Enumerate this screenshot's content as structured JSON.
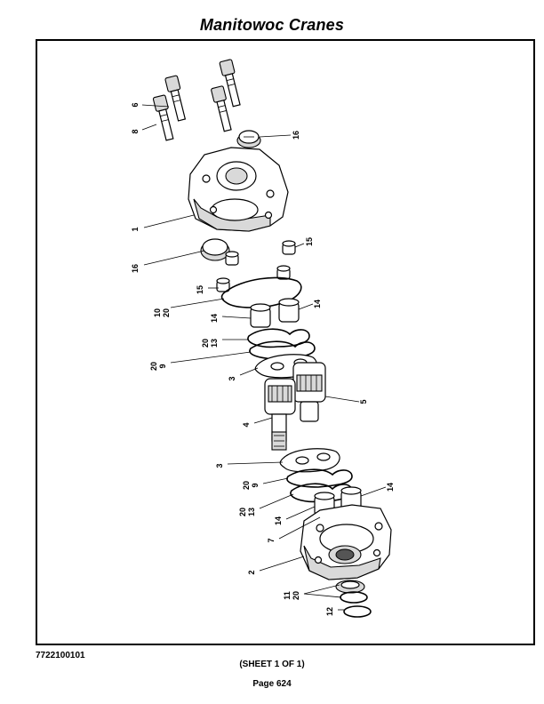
{
  "header": {
    "title": "Manitowoc Cranes"
  },
  "footer": {
    "part_number": "7722100101",
    "sheet": "(SHEET 1 OF 1)",
    "page": "Page 624"
  },
  "callouts": {
    "c6": "6",
    "c8": "8",
    "c16_top": "16",
    "c1": "1",
    "c15_right": "15",
    "c16_left": "16",
    "c15_left": "15",
    "c10_20": "10\n20",
    "c10": "10",
    "c20_a": "20",
    "c14_a": "14",
    "c14_b": "14",
    "c20_b": "20",
    "c13_a": "13",
    "c20_c": "20",
    "c9_a": "9",
    "c3_a": "3",
    "c5": "5",
    "c4": "4",
    "c3_b": "3",
    "c20_d": "20",
    "c9_b": "9",
    "c20_e": "20",
    "c13_b": "13",
    "c14_c": "14",
    "c14_d": "14",
    "c7": "7",
    "c2": "2",
    "c11": "11",
    "c20_f": "20",
    "c12": "12"
  }
}
